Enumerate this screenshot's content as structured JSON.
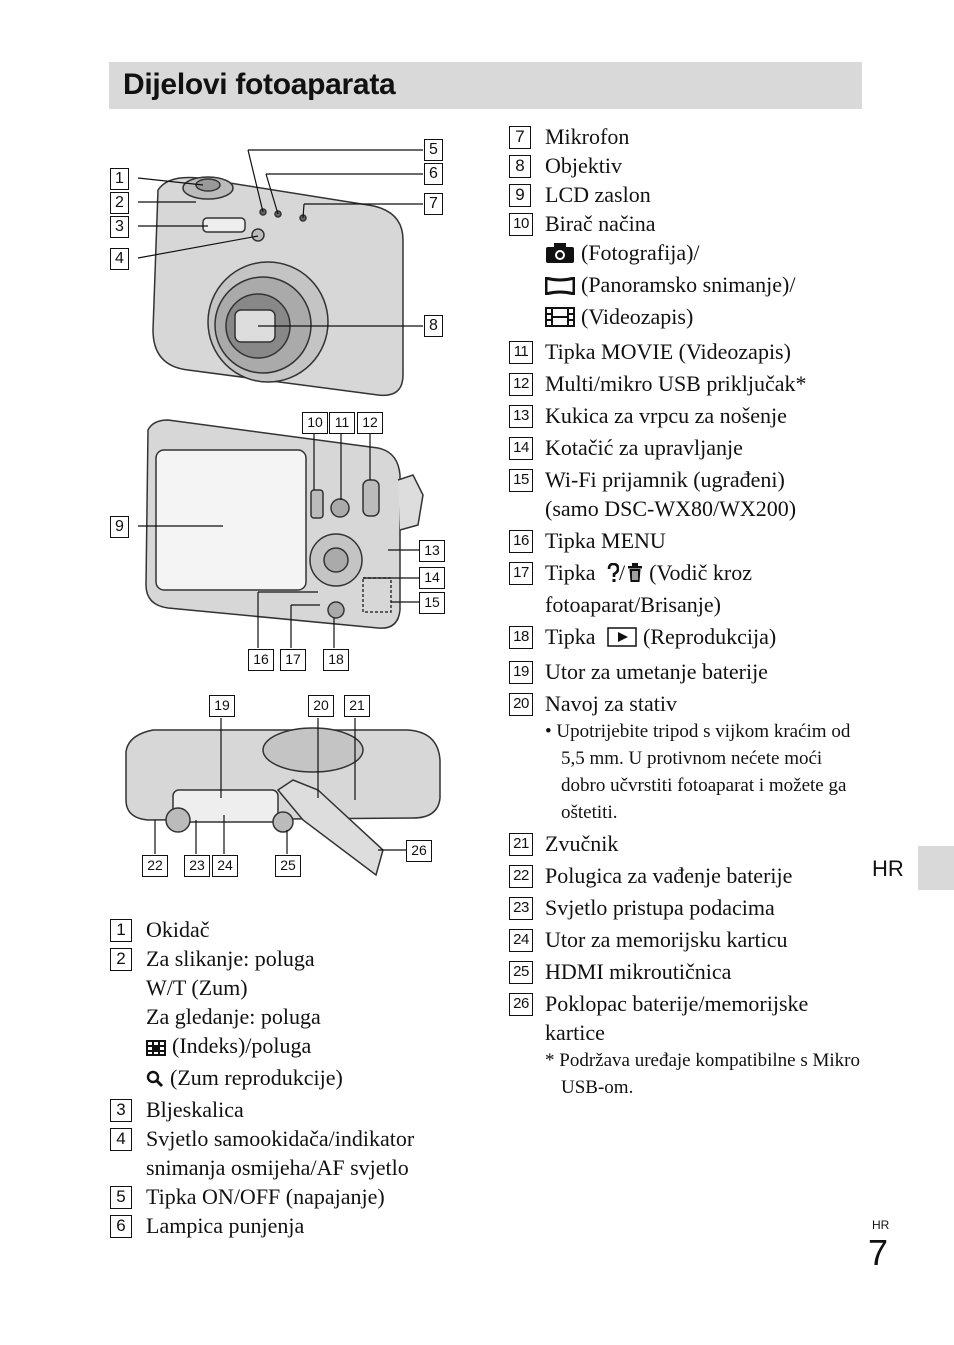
{
  "title": "Dijelovi fotoaparata",
  "side_tab": "HR",
  "page": {
    "lang": "HR",
    "number": "7"
  },
  "figure_callouts": [
    "1",
    "2",
    "3",
    "4",
    "5",
    "6",
    "7",
    "8",
    "9",
    "10",
    "11",
    "12",
    "13",
    "14",
    "15",
    "16",
    "17",
    "18",
    "19",
    "20",
    "21",
    "22",
    "23",
    "24",
    "25",
    "26"
  ],
  "left_items": [
    {
      "n": "1",
      "lines": [
        "Okidač"
      ]
    },
    {
      "n": "2",
      "lines": [
        "Za slikanje: poluga",
        "W/T (Zum)",
        "Za gledanje: poluga",
        "(Indeks)/poluga",
        "(Zum reprodukcije)"
      ]
    },
    {
      "n": "3",
      "lines": [
        "Bljeskalica"
      ]
    },
    {
      "n": "4",
      "lines": [
        "Svjetlo samookidača/indikator",
        "snimanja osmijeha/AF svjetlo"
      ]
    },
    {
      "n": "5",
      "lines": [
        "Tipka ON/OFF (napajanje)"
      ]
    },
    {
      "n": "6",
      "lines": [
        "Lampica punjenja"
      ]
    }
  ],
  "right_items": [
    {
      "n": "7",
      "lines": [
        "Mikrofon"
      ]
    },
    {
      "n": "8",
      "lines": [
        "Objektiv"
      ]
    },
    {
      "n": "9",
      "lines": [
        "LCD zaslon"
      ]
    },
    {
      "n": "10",
      "lines": [
        "Birač načina",
        "(Fotografija)/",
        "(Panoramsko snimanje)/",
        "(Videozapis)"
      ]
    },
    {
      "n": "11",
      "lines": [
        "Tipka MOVIE (Videozapis)"
      ]
    },
    {
      "n": "12",
      "lines": [
        "Multi/mikro USB priključak*"
      ]
    },
    {
      "n": "13",
      "lines": [
        "Kukica za vrpcu za nošenje"
      ]
    },
    {
      "n": "14",
      "lines": [
        "Kotačić za upravljanje"
      ]
    },
    {
      "n": "15",
      "lines": [
        "Wi-Fi prijamnik (ugrađeni)",
        "(samo DSC-WX80/WX200)"
      ]
    },
    {
      "n": "16",
      "lines": [
        "Tipka MENU"
      ]
    },
    {
      "n": "17",
      "lines": [
        "Tipka",
        "(Vodič kroz",
        "fotoaparat/Brisanje)"
      ]
    },
    {
      "n": "18",
      "lines": [
        "Tipka",
        "(Reprodukcija)"
      ]
    },
    {
      "n": "19",
      "lines": [
        "Utor za umetanje baterije"
      ]
    },
    {
      "n": "20",
      "lines": [
        "Navoj za stativ"
      ],
      "note": "• Upotrijebite tripod s vijkom kraćim od 5,5 mm. U protivnom nećete moći dobro učvrstiti fotoaparat i možete ga oštetiti."
    },
    {
      "n": "21",
      "lines": [
        "Zvučnik"
      ]
    },
    {
      "n": "22",
      "lines": [
        "Polugica za vađenje baterije"
      ]
    },
    {
      "n": "23",
      "lines": [
        "Svjetlo pristupa podacima"
      ]
    },
    {
      "n": "24",
      "lines": [
        "Utor za memorijsku karticu"
      ]
    },
    {
      "n": "25",
      "lines": [
        "HDMI mikroutičnica"
      ]
    },
    {
      "n": "26",
      "lines": [
        "Poklopac baterije/memorijske",
        "kartice"
      ],
      "note": "* Podržava uređaje kompatibilne s Mikro USB-om."
    }
  ]
}
